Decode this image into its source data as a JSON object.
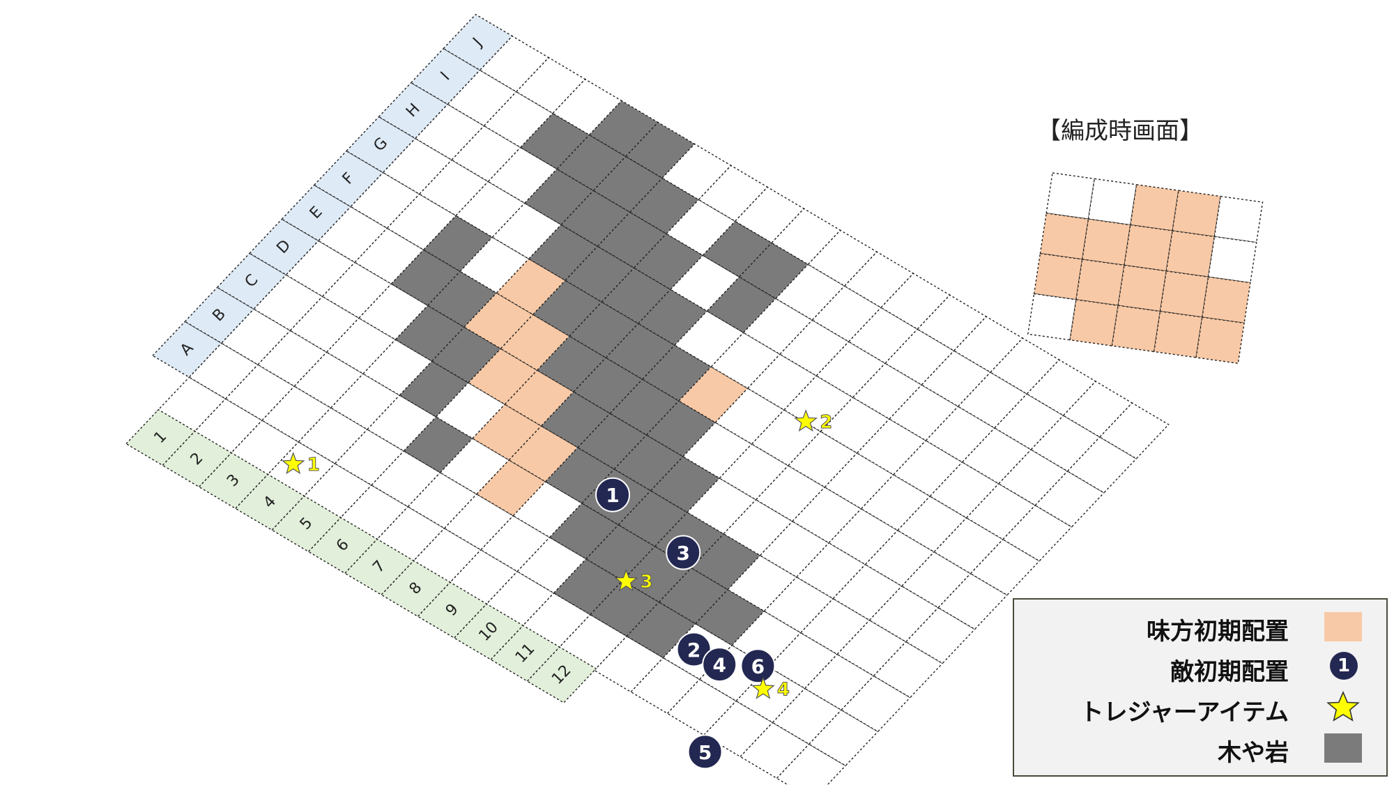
{
  "formation": {
    "title": "【編成時画面】"
  },
  "board": {
    "column_headers": [
      "A",
      "B",
      "C",
      "D",
      "E",
      "F",
      "G",
      "H",
      "I",
      "J"
    ],
    "row_headers": [
      "1",
      "2",
      "3",
      "4",
      "5",
      "6",
      "7",
      "8",
      "9",
      "10",
      "11",
      "12"
    ],
    "ally_cells": [
      [
        5,
        4
      ],
      [
        6,
        4
      ],
      [
        4,
        5
      ],
      [
        5,
        5
      ],
      [
        6,
        5
      ],
      [
        7,
        5
      ],
      [
        3,
        6
      ],
      [
        4,
        6
      ],
      [
        5,
        6
      ],
      [
        6,
        6
      ],
      [
        7,
        6
      ],
      [
        2,
        7
      ],
      [
        3,
        7
      ],
      [
        4,
        7
      ],
      [
        5,
        7
      ],
      [
        3,
        8
      ],
      [
        4,
        8
      ],
      [
        5,
        8
      ],
      [
        6,
        8
      ],
      [
        4,
        9
      ],
      [
        5,
        9
      ],
      [
        6,
        9
      ],
      [
        1,
        10
      ],
      [
        2,
        10
      ],
      [
        3,
        10
      ],
      [
        4,
        10
      ]
    ],
    "obstacle_cells": [
      [
        9,
        2
      ],
      [
        8,
        3
      ],
      [
        9,
        3
      ],
      [
        10,
        3
      ],
      [
        7,
        4
      ],
      [
        8,
        4
      ],
      [
        9,
        4
      ],
      [
        10,
        4
      ],
      [
        6,
        5
      ],
      [
        7,
        5
      ],
      [
        8,
        5
      ],
      [
        9,
        5
      ],
      [
        5,
        6
      ],
      [
        6,
        6
      ],
      [
        7,
        6
      ],
      [
        8,
        6
      ],
      [
        4,
        7
      ],
      [
        5,
        7
      ],
      [
        6,
        7
      ],
      [
        7,
        7
      ],
      [
        3,
        8
      ],
      [
        4,
        8
      ],
      [
        5,
        8
      ],
      [
        6,
        8
      ],
      [
        2,
        9
      ],
      [
        3,
        9
      ],
      [
        4,
        9
      ],
      [
        5,
        9
      ],
      [
        1,
        10
      ],
      [
        2,
        10
      ],
      [
        3,
        10
      ],
      [
        4,
        10
      ],
      [
        1,
        11
      ],
      [
        2,
        11
      ],
      [
        3,
        11
      ],
      [
        1,
        12
      ],
      [
        2,
        12
      ],
      [
        3,
        12
      ],
      [
        2,
        13
      ],
      [
        9,
        7
      ],
      [
        8,
        8
      ],
      [
        9,
        8
      ],
      [
        3,
        9
      ],
      [
        5,
        2
      ],
      [
        6,
        2
      ],
      [
        4,
        3
      ],
      [
        5,
        3
      ],
      [
        3,
        4
      ],
      [
        4,
        4
      ],
      [
        2,
        5
      ]
    ],
    "enemies": [
      {
        "label": "1",
        "col": 3.5,
        "row": 9.4
      },
      {
        "label": "2",
        "col": 1.5,
        "row": 13.4
      },
      {
        "label": "3",
        "col": 3.2,
        "row": 11.6
      },
      {
        "label": "4",
        "col": 1.5,
        "row": 14.1
      },
      {
        "label": "5",
        "col": -0.3,
        "row": 15.3
      },
      {
        "label": "6",
        "col": 1.9,
        "row": 14.8
      }
    ],
    "treasures": [
      {
        "label": "★1",
        "col": 0.6,
        "row": 3.4
      },
      {
        "label": "★2",
        "col": 7.1,
        "row": 11.7
      },
      {
        "label": "★3",
        "col": 2.1,
        "row": 11.2
      },
      {
        "label": "★4",
        "col": 1.6,
        "row": 15.4
      }
    ]
  },
  "colors": {
    "ally": "#f8c9a6",
    "obstacle": "#7b7b7b",
    "column_header_bg": "#deeaf6",
    "row_header_bg": "#e2efda",
    "enemy": "#232852",
    "star": "#ffff00"
  },
  "legend": {
    "items": [
      {
        "label": "味方初期配置",
        "icon": "ally-swatch"
      },
      {
        "label": "敵初期配置",
        "icon": "enemy-circle-icon",
        "icon_text": "1"
      },
      {
        "label": "トレジャーアイテム",
        "icon": "star-icon"
      },
      {
        "label": "木や岩",
        "icon": "obstacle-swatch"
      }
    ]
  }
}
